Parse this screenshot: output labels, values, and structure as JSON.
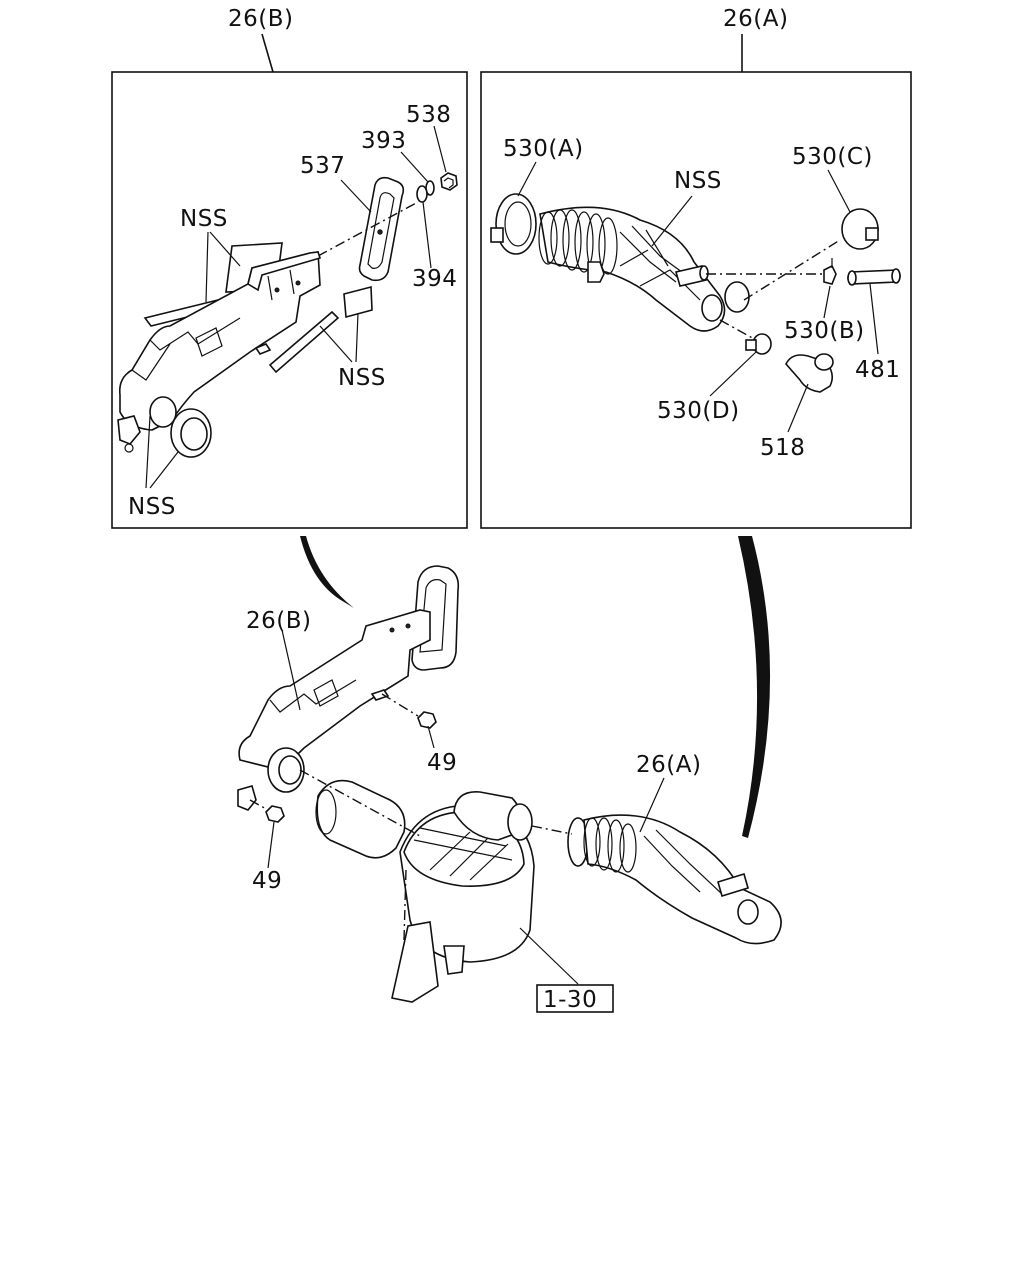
{
  "callouts": {
    "panel_b": "26(B)",
    "panel_a": "26(A)",
    "part_538": "538",
    "part_393": "393",
    "part_537": "537",
    "part_394": "394",
    "nss_b1": "NSS",
    "nss_b2": "NSS",
    "nss_b3": "NSS",
    "part_530a": "530(A)",
    "part_530c": "530(C)",
    "nss_a": "NSS",
    "part_530b": "530(B)",
    "part_481": "481",
    "part_530d": "530(D)",
    "part_518": "518",
    "main_26b": "26(B)",
    "main_49_upper": "49",
    "main_49_lower": "49",
    "main_26a": "26(A)",
    "ref_1_30": "1-30"
  }
}
